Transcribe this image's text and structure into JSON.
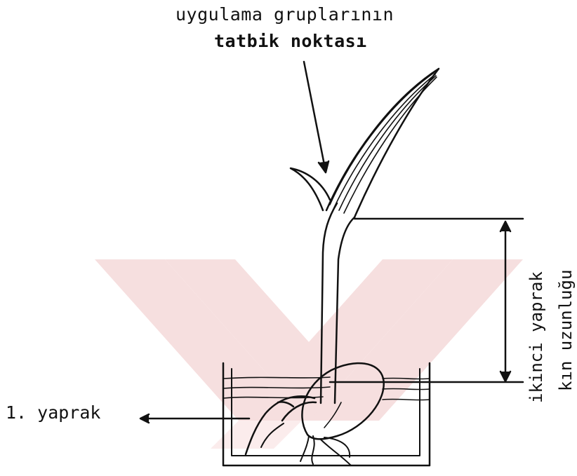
{
  "labels": {
    "top_line1": "uygulama gruplarının",
    "top_line2": "tatbik noktası",
    "left_label": "1. yaprak",
    "right_line1": "ikinci yaprak",
    "right_line2": "kın uzunluğu"
  },
  "colors": {
    "ink": "#111111",
    "watermark": "#f3d3d3"
  },
  "watermark": {
    "shape": "crossed-chevrons"
  }
}
